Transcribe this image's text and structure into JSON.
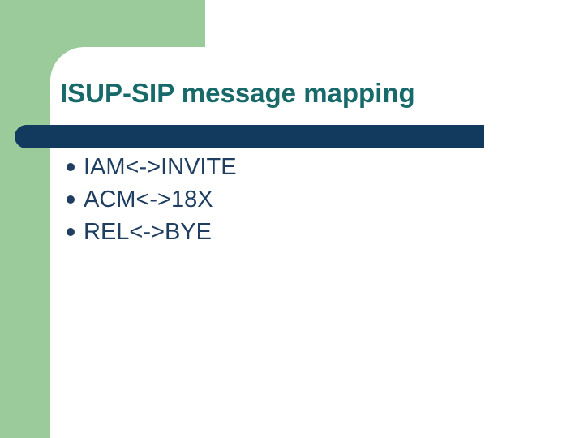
{
  "slide": {
    "title": "ISUP-SIP message mapping",
    "bullets": [
      "IAM<->INVITE",
      "ACM<->18X",
      "REL<->BYE"
    ]
  },
  "theme": {
    "green": "#9BCB9B",
    "navy": "#123A5F",
    "teal": "#17696A",
    "text": "#1F3E60",
    "white": "#FFFFFF"
  }
}
